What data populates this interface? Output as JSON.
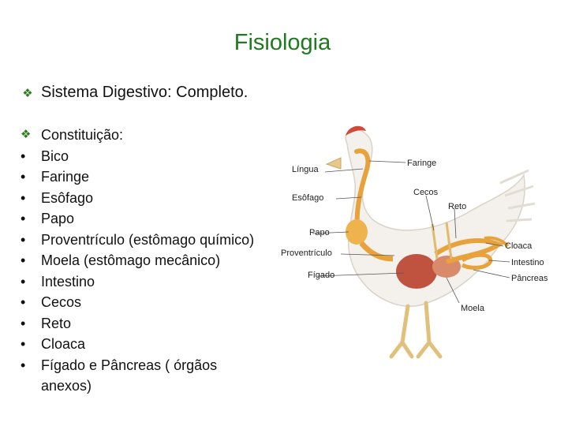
{
  "title": "Fisiologia",
  "subtitle": "Sistema Digestivo:  Completo.",
  "list_header": "Constituição:",
  "items": [
    "Bico",
    "Faringe",
    "Esôfago",
    "Papo",
    "Proventrículo (estômago químico)",
    "Moela (estômago mecânico)",
    "Intestino",
    "Cecos",
    "Reto",
    "Cloaca",
    "Fígado e Pâncreas ( órgãos anexos)"
  ],
  "diagram_labels": {
    "lingua": "Língua",
    "faringe": "Faringe",
    "esofago": "Esôfago",
    "cecos": "Cecos",
    "reto": "Reto",
    "papo": "Papo",
    "proventriculo": "Proventrículo",
    "cloaca": "Cloaca",
    "intestino": "Intestino",
    "figado": "Fígado",
    "pancreas": "Pâncreas",
    "moela": "Moela"
  },
  "colors": {
    "title": "#1f7a1f",
    "bullet_diamond": "#2e7d1e",
    "tract": "#e8a23c",
    "liver": "#c0533f",
    "gizzard": "#d98a6a"
  }
}
